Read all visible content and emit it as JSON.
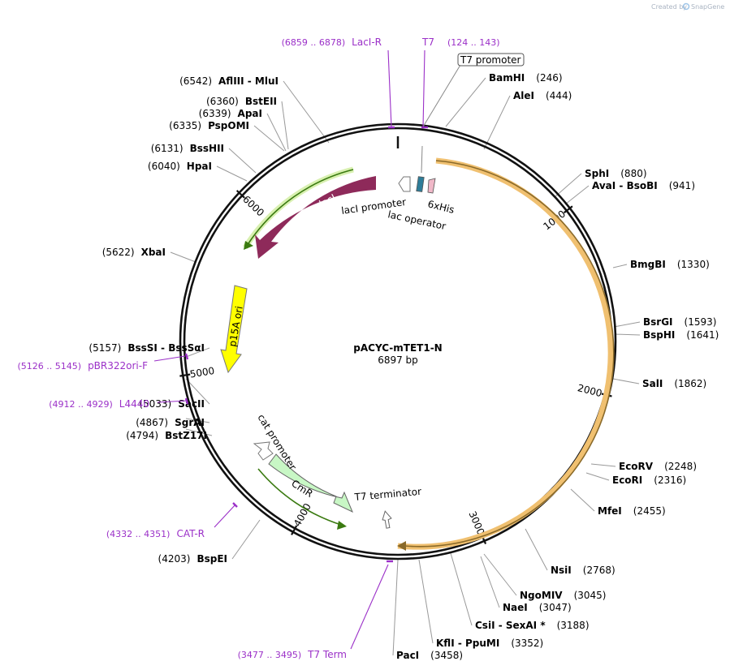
{
  "credit": {
    "prefix": "Created by",
    "brand": "SnapGene"
  },
  "plasmid": {
    "name": "pACYC-mTET1-N",
    "size_label": "6897 bp",
    "length": 6897
  },
  "ticks": [
    {
      "pos": 1000,
      "label": "1000"
    },
    {
      "pos": 2000,
      "label": "2000"
    },
    {
      "pos": 3000,
      "label": "3000"
    },
    {
      "pos": 4000,
      "label": "4000"
    },
    {
      "pos": 5000,
      "label": "5000"
    },
    {
      "pos": 6000,
      "label": "6000"
    }
  ],
  "sites": [
    {
      "name": "BamHI",
      "pos": "(246)",
      "side": "r"
    },
    {
      "name": "AleI",
      "pos": "(444)",
      "side": "r"
    },
    {
      "name": "SphI",
      "pos": "(880)",
      "side": "r"
    },
    {
      "name": "AvaI  -  BsoBI",
      "pos": "(941)",
      "side": "r"
    },
    {
      "name": "BmgBI",
      "pos": "(1330)",
      "side": "r"
    },
    {
      "name": "BsrGI",
      "pos": "(1593)",
      "side": "r"
    },
    {
      "name": "BspHI",
      "pos": "(1641)",
      "side": "r"
    },
    {
      "name": "SalI",
      "pos": "(1862)",
      "side": "r"
    },
    {
      "name": "EcoRV",
      "pos": "(2248)",
      "side": "r"
    },
    {
      "name": "EcoRI",
      "pos": "(2316)",
      "side": "r"
    },
    {
      "name": "MfeI",
      "pos": "(2455)",
      "side": "r"
    },
    {
      "name": "NsiI",
      "pos": "(2768)",
      "side": "r"
    },
    {
      "name": "NgoMIV",
      "pos": "(3045)",
      "side": "r"
    },
    {
      "name": "NaeI",
      "pos": "(3047)",
      "side": "r"
    },
    {
      "name": "CsiI  -  SexAI *",
      "pos": "(3188)",
      "side": "r"
    },
    {
      "name": "KflI  -  PpuMI",
      "pos": "(3352)",
      "side": "r"
    },
    {
      "name": "PacI",
      "pos": "(3458)",
      "side": "r"
    },
    {
      "name": "BspEI",
      "pos": "(4203)",
      "side": "l"
    },
    {
      "name": "BstZ17I",
      "pos": "(4794)",
      "side": "l"
    },
    {
      "name": "SgrAI",
      "pos": "(4867)",
      "side": "l"
    },
    {
      "name": "SacII",
      "pos": "(5033)",
      "side": "l"
    },
    {
      "name": "BssSI  -  BssSαI",
      "pos": "(5157)",
      "side": "l"
    },
    {
      "name": "XbaI",
      "pos": "(5622)",
      "side": "l"
    },
    {
      "name": "HpaI",
      "pos": "(6040)",
      "side": "l"
    },
    {
      "name": "BssHII",
      "pos": "(6131)",
      "side": "l"
    },
    {
      "name": "PspOMI",
      "pos": "(6335)",
      "side": "l"
    },
    {
      "name": "ApaI",
      "pos": "(6339)",
      "side": "l"
    },
    {
      "name": "BstEII",
      "pos": "(6360)",
      "side": "l"
    },
    {
      "name": "AflIII  -  MluI",
      "pos": "(6542)",
      "side": "l"
    }
  ],
  "primers": [
    {
      "name": "LacI-R",
      "range": "(6859 .. 6878)"
    },
    {
      "name": "T7",
      "range": "(124 .. 143)"
    },
    {
      "name": "pBR322ori-F",
      "range": "(5126 .. 5145)"
    },
    {
      "name": "L4440",
      "range": "(4912 .. 4929)"
    },
    {
      "name": "CAT-R",
      "range": "(4332 .. 4351)"
    },
    {
      "name": "T7 Term",
      "range": "(3477 .. 3495)"
    }
  ],
  "features": {
    "t7_promoter": "T7 promoter",
    "laci": "lacI",
    "laci_promoter": "lacI promoter",
    "lac_operator": "lac operator",
    "his_tag": "6xHis",
    "p15a_ori": "p15A ori",
    "cat_promoter": "cat promoter",
    "cmr": "CmR",
    "t7_terminator": "T7 terminator"
  },
  "colors": {
    "backbone": "#111111",
    "site_line": "#888888",
    "primer": "#9b30c8",
    "insert_outline": "#f0c070",
    "insert_core": "#8a6a2a",
    "laci": "#8e2a5a",
    "highlight_green": "#8fd14f",
    "p15a": "#ffff00",
    "cmr": "#c8f7c5",
    "lac_operator": "#2e7d99",
    "his_tag": "#f0b8c8"
  }
}
